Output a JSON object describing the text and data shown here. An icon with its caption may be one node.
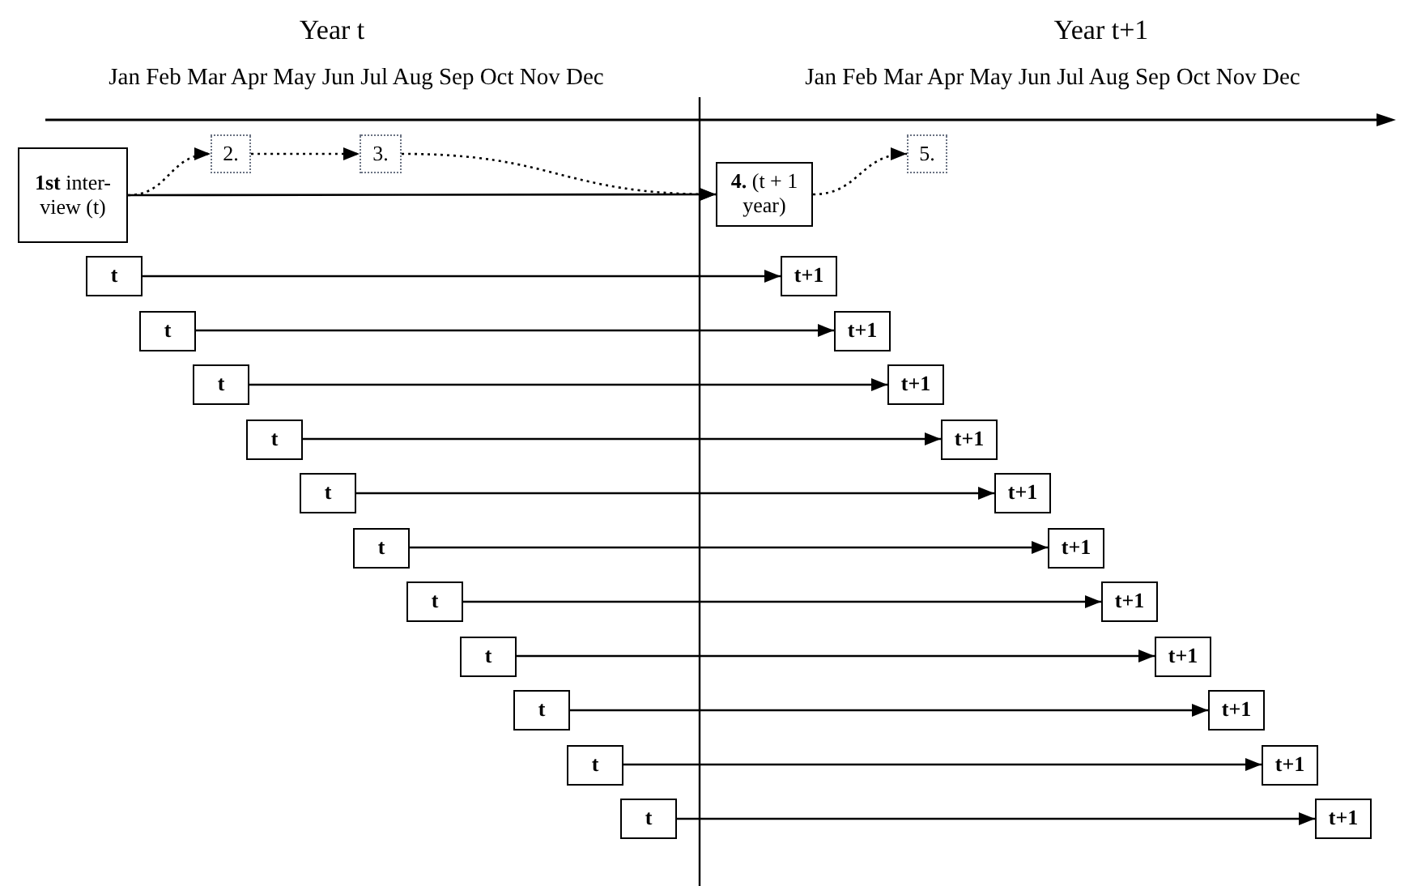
{
  "diagram": {
    "nodes": [
      {
        "text": [
          "**1st** inter-view (t)"
        ]
      },
      {
        "text": [
          "2."
        ]
      },
      {
        "text": [
          "3."
        ]
      },
      {
        "text": [
          "**4.** (t + 1 year)"
        ]
      },
      {
        "text": [
          "5."
        ]
      },
      {
        "text": [
          "t"
        ]
      },
      {
        "text": [
          "t+1"
        ]
      },
      {
        "text": [
          "t"
        ]
      },
      {
        "text": [
          "t+1"
        ]
      },
      {
        "text": [
          "t"
        ]
      },
      {
        "text": [
          "t+1"
        ]
      },
      {
        "text": [
          "t"
        ]
      },
      {
        "text": [
          "t+1"
        ]
      },
      {
        "text": [
          "t"
        ]
      },
      {
        "text": [
          "t+1"
        ]
      },
      {
        "text": [
          "t"
        ]
      },
      {
        "text": [
          "t+1"
        ]
      },
      {
        "text": [
          "t"
        ]
      },
      {
        "text": [
          "t+1"
        ]
      },
      {
        "text": [
          "t"
        ]
      },
      {
        "text": [
          "t+1"
        ]
      },
      {
        "text": [
          "t"
        ]
      },
      {
        "text": [
          "t+1"
        ]
      },
      {
        "text": [
          "t"
        ]
      },
      {
        "text": [
          "t+1"
        ]
      },
      {
        "text": [
          "t"
        ]
      },
      {
        "text": [
          "t+1"
        ]
      }
    ],
    "edges": [
      {
        "from": 0,
        "to": 1,
        "arrow": "to",
        "style": "dashed"
      },
      {
        "from": 1,
        "to": 2,
        "arrow": "to",
        "style": "dashed"
      },
      {
        "from": 2,
        "to": 3,
        "arrow": "to",
        "style": "dashed"
      },
      {
        "from": 0,
        "to": 3,
        "arrow": "to"
      },
      {
        "from": 3,
        "to": 4,
        "arrow": "to",
        "style": "dashed"
      },
      {
        "from": 5,
        "to": 6,
        "arrow": "to"
      },
      {
        "from": 7,
        "to": 8,
        "arrow": "to"
      },
      {
        "from": 9,
        "to": 10,
        "arrow": "to"
      },
      {
        "from": 11,
        "to": 12,
        "arrow": "to"
      },
      {
        "from": 13,
        "to": 14,
        "arrow": "to"
      },
      {
        "from": 15,
        "to": 16,
        "arrow": "to"
      },
      {
        "from": 17,
        "to": 18,
        "arrow": "to"
      },
      {
        "from": 19,
        "to": 20,
        "arrow": "to"
      },
      {
        "from": 21,
        "to": 22,
        "arrow": "to"
      },
      {
        "from": 23,
        "to": 24,
        "arrow": "to"
      },
      {
        "from": 25,
        "to": 26,
        "arrow": "to"
      }
    ],
    "labels": [
      "Year t",
      "Year t+1",
      "Jan Feb Mar Apr May Jun Jul Aug Sep Oct Nov Dec",
      "Jan Feb Mar Apr May Jun Jul Aug Sep Oct Nov Dec"
    ]
  }
}
